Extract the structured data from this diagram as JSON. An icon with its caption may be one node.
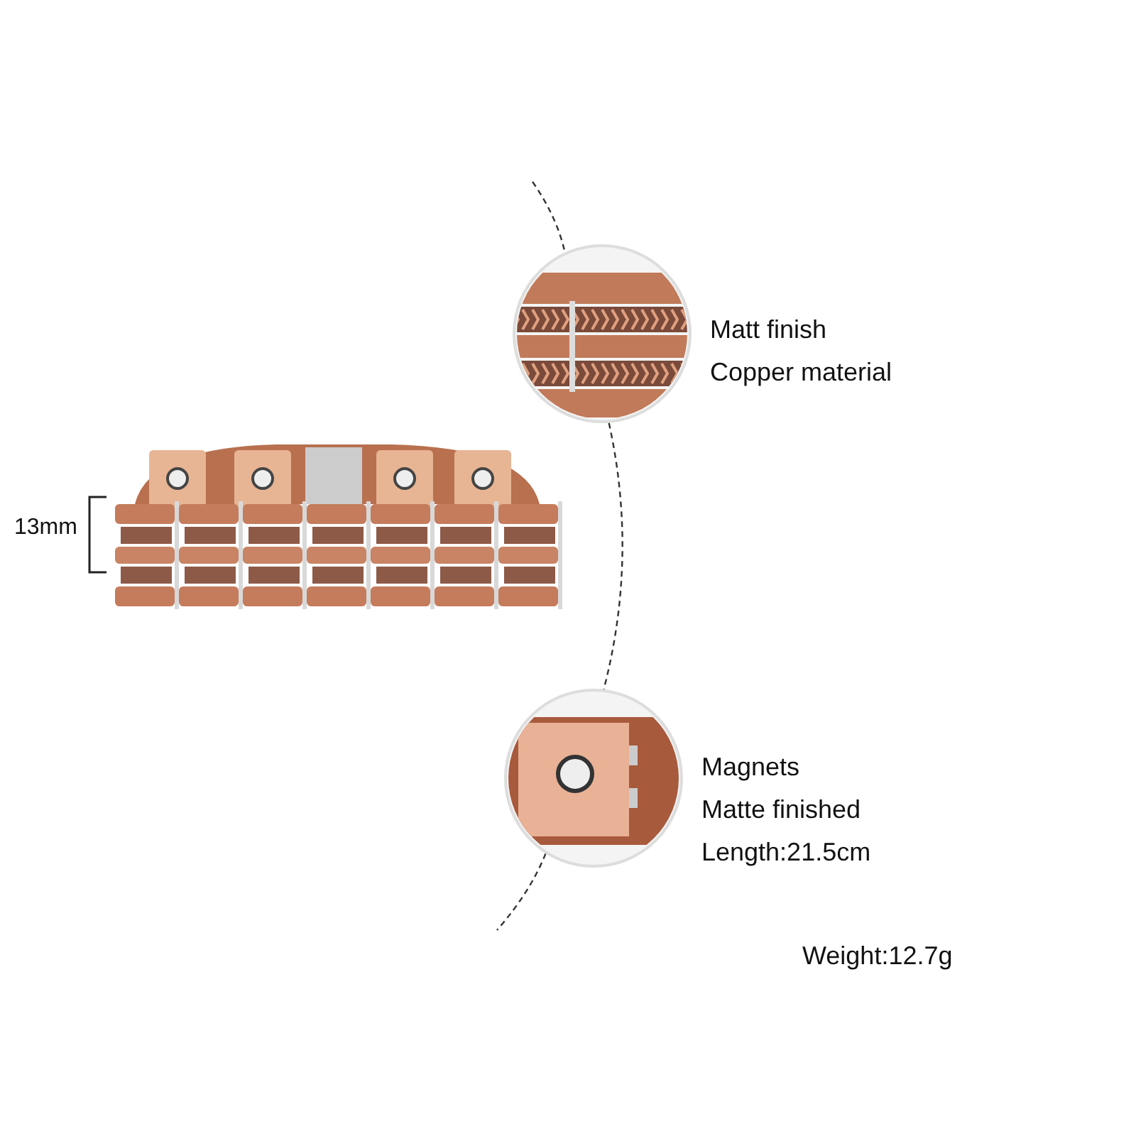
{
  "diagram": {
    "nodes": [
      {
        "text": [],
        "shape": "picture"
      },
      {
        "text": [],
        "shape": "picture",
        "beside": [
          "Matt finish",
          "Copper material"
        ]
      },
      {
        "text": [],
        "shape": "picture",
        "beside": [
          "Magnets",
          "Matte finished",
          "Length:21.5cm"
        ]
      }
    ],
    "edges": [
      {
        "from": null,
        "to": 1,
        "arrow": "none",
        "style": "dashed"
      },
      {
        "from": 1,
        "to": 2,
        "arrow": "none",
        "style": "dashed"
      },
      {
        "from": 2,
        "to": null,
        "arrow": "none",
        "style": "dashed"
      }
    ],
    "labels": [
      "13mm",
      "Weight:12.7g"
    ]
  }
}
